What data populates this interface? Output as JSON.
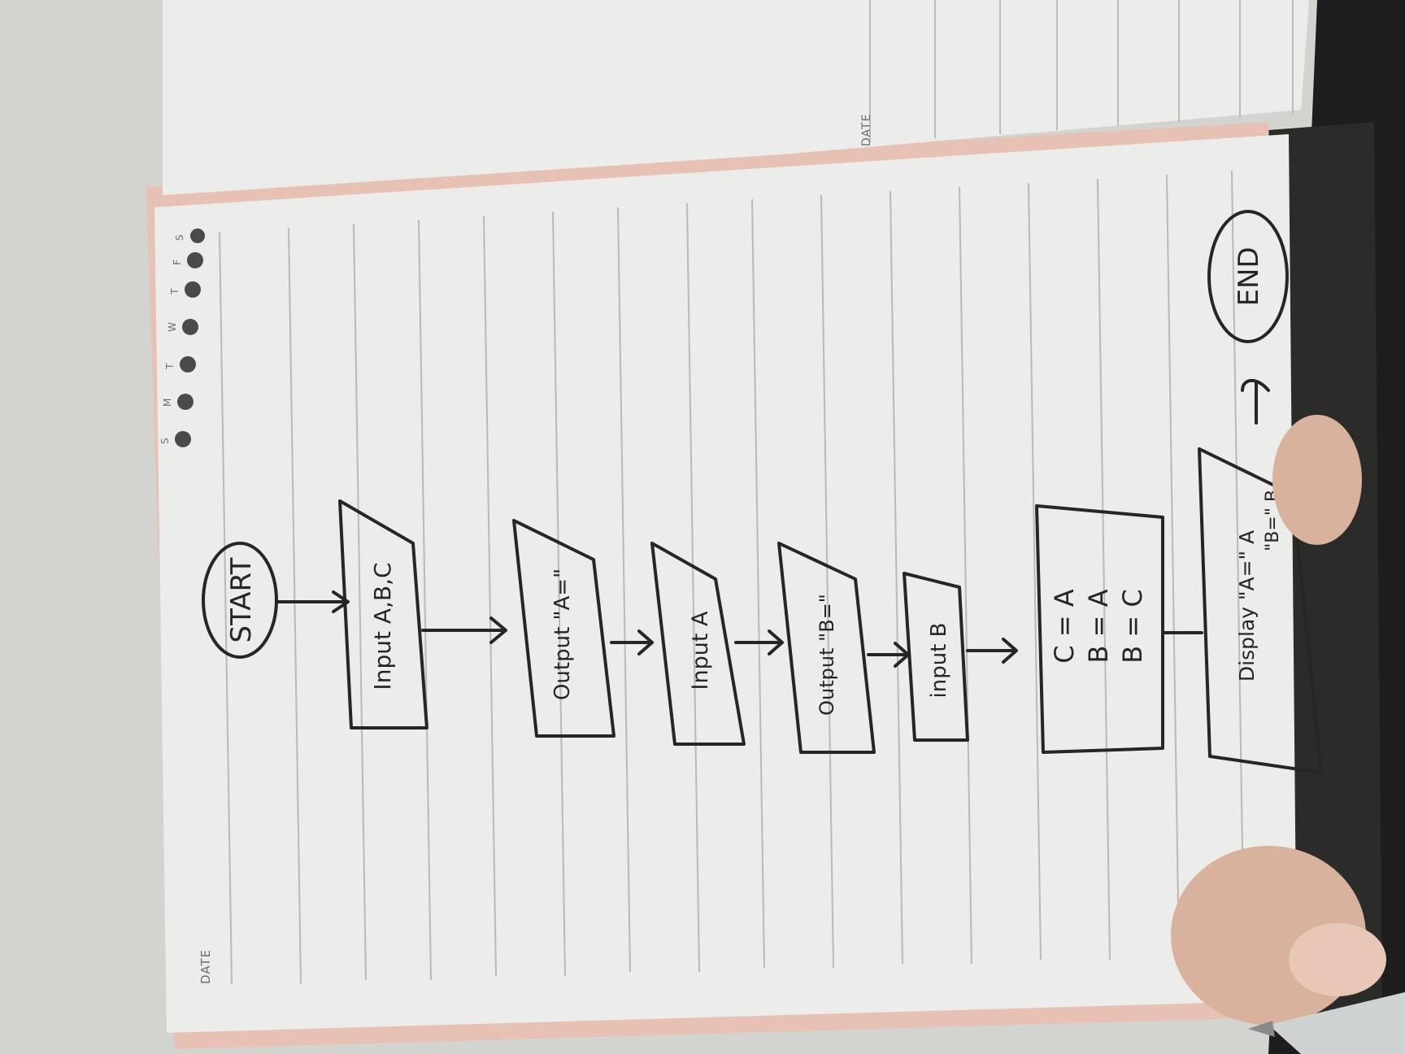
{
  "notebook": {
    "left_page": {
      "date_label": "DATE",
      "weekday_labels": [
        "S",
        "M",
        "T",
        "W",
        "T",
        "F",
        "S"
      ]
    },
    "right_page": {
      "date_label": "DATE"
    }
  },
  "flowchart": {
    "start": "START",
    "input_abc": "Input A,B,C",
    "output_a_prompt": "Output \"A=\"",
    "input_a": "Input A",
    "output_b_prompt": "Output \"B=\"",
    "input_b": "input B",
    "process_lines": [
      "C = A",
      "B = A",
      "B = C"
    ],
    "display_line1": "Display \"A=\" A",
    "display_line2": "\"B=\" B",
    "end": "END"
  },
  "colors": {
    "paper": "#ececea",
    "ink": "#262626",
    "rule": "#b9bab6",
    "page_edge": "#e7c2b4",
    "cover": "#1d1d1d"
  }
}
